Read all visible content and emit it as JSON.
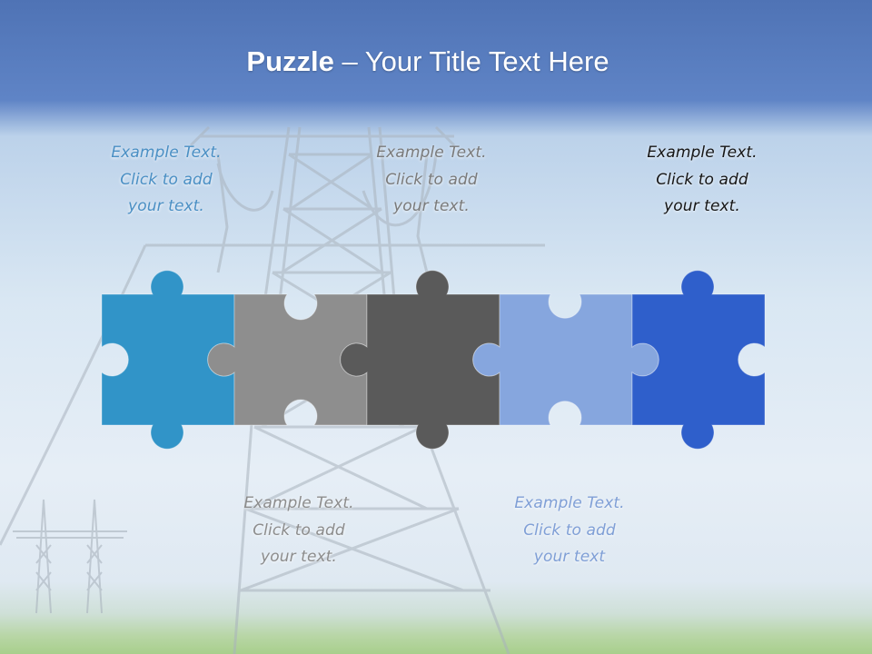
{
  "title": {
    "bold": "Puzzle",
    "rest": " – Your Title Text Here"
  },
  "callouts": [
    {
      "lines": [
        "Example Text.",
        "Click  to add",
        "your text."
      ],
      "color": "#4a8fc4"
    },
    {
      "lines": [
        "Example Text.",
        "Click  to add",
        "your text."
      ],
      "color": "#7a7a7a"
    },
    {
      "lines": [
        "Example Text.",
        "Click  to add",
        "your text."
      ],
      "color": "#151515"
    },
    {
      "lines": [
        "Example Text.",
        "Click  to add",
        "your text."
      ],
      "color": "#8c8c8c"
    },
    {
      "lines": [
        "Example Text.",
        "Click  to add",
        "your text"
      ],
      "color": "#7f9fd6"
    }
  ],
  "pieces": [
    {
      "name": "blue-piece",
      "color": "#3194c8"
    },
    {
      "name": "light-gray-piece",
      "color": "#8e8e8e"
    },
    {
      "name": "dark-gray-piece",
      "color": "#5a5a5a"
    },
    {
      "name": "periwinkle-piece",
      "color": "#86a6de"
    },
    {
      "name": "royal-blue-piece",
      "color": "#2f5fcb"
    }
  ]
}
